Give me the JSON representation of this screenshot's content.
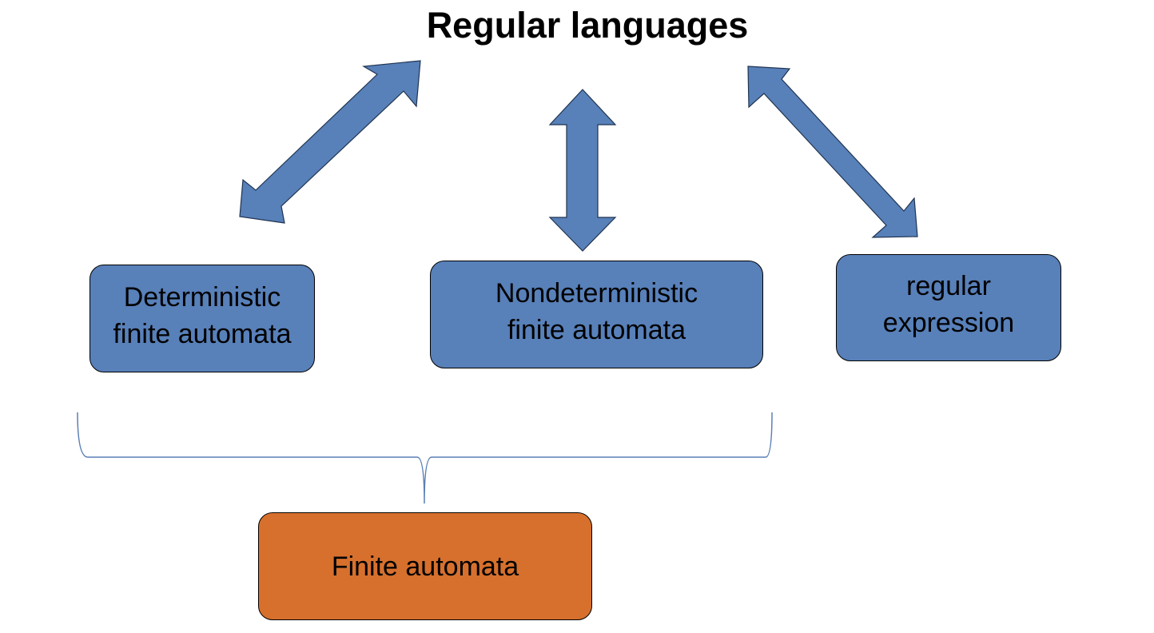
{
  "title": "Regular languages",
  "nodes": {
    "dfa": {
      "line1": "Deterministic",
      "line2": "finite automata"
    },
    "nfa": {
      "line1": "Nondeterministic",
      "line2": "finite automata"
    },
    "regex": {
      "line1": "regular",
      "line2": "expression"
    },
    "fa": {
      "label": "Finite automata"
    }
  },
  "colors": {
    "blue_fill": "#5880B9",
    "orange_fill": "#D7702D",
    "arrow_stroke": "#1F3450",
    "brace_stroke": "#5A7FB5"
  }
}
